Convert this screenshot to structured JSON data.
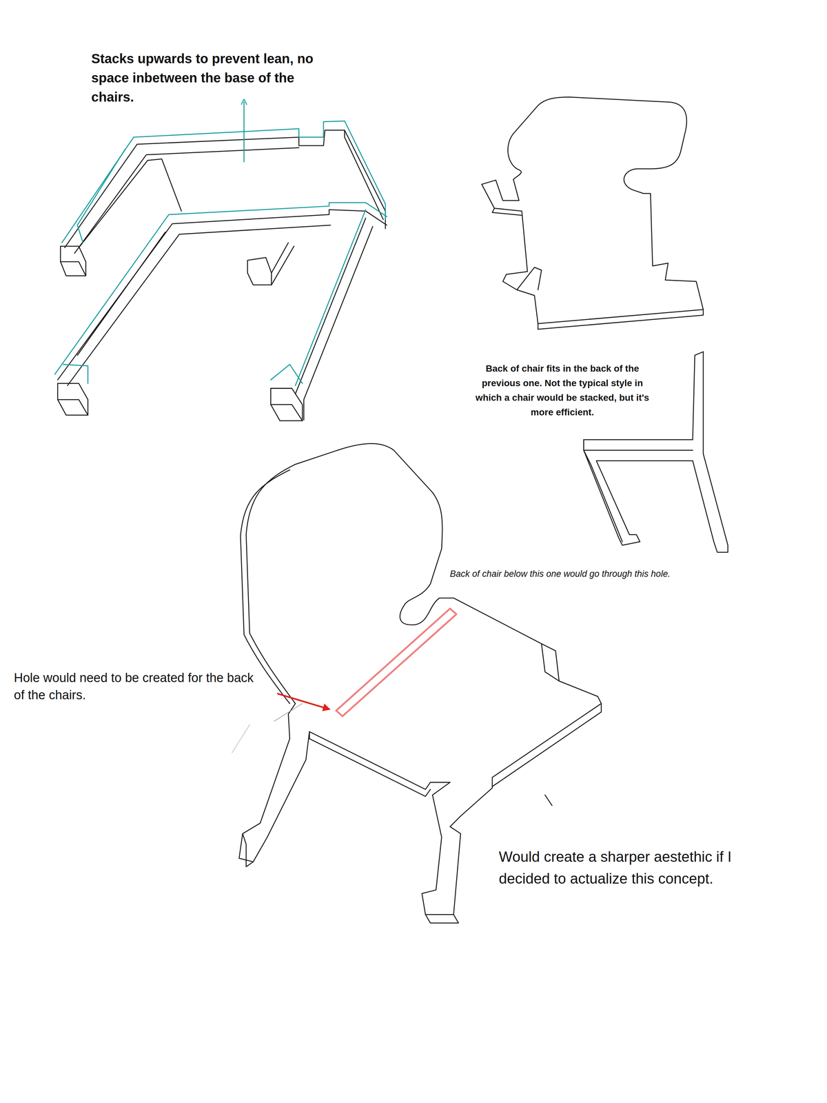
{
  "diagram": {
    "labels": [
      "Stacks upwards to prevent lean, no space inbetween the base of the chairs.",
      "Back of chair fits in the back of the previous one. Not the typical style in which a chair would be stacked, but it's more efficient.",
      "Back of chair below this one would go through this hole.",
      "Hole would need to be created for the back of the chairs.",
      "Would create a sharper aestethic if I decided to actualize this concept."
    ]
  }
}
